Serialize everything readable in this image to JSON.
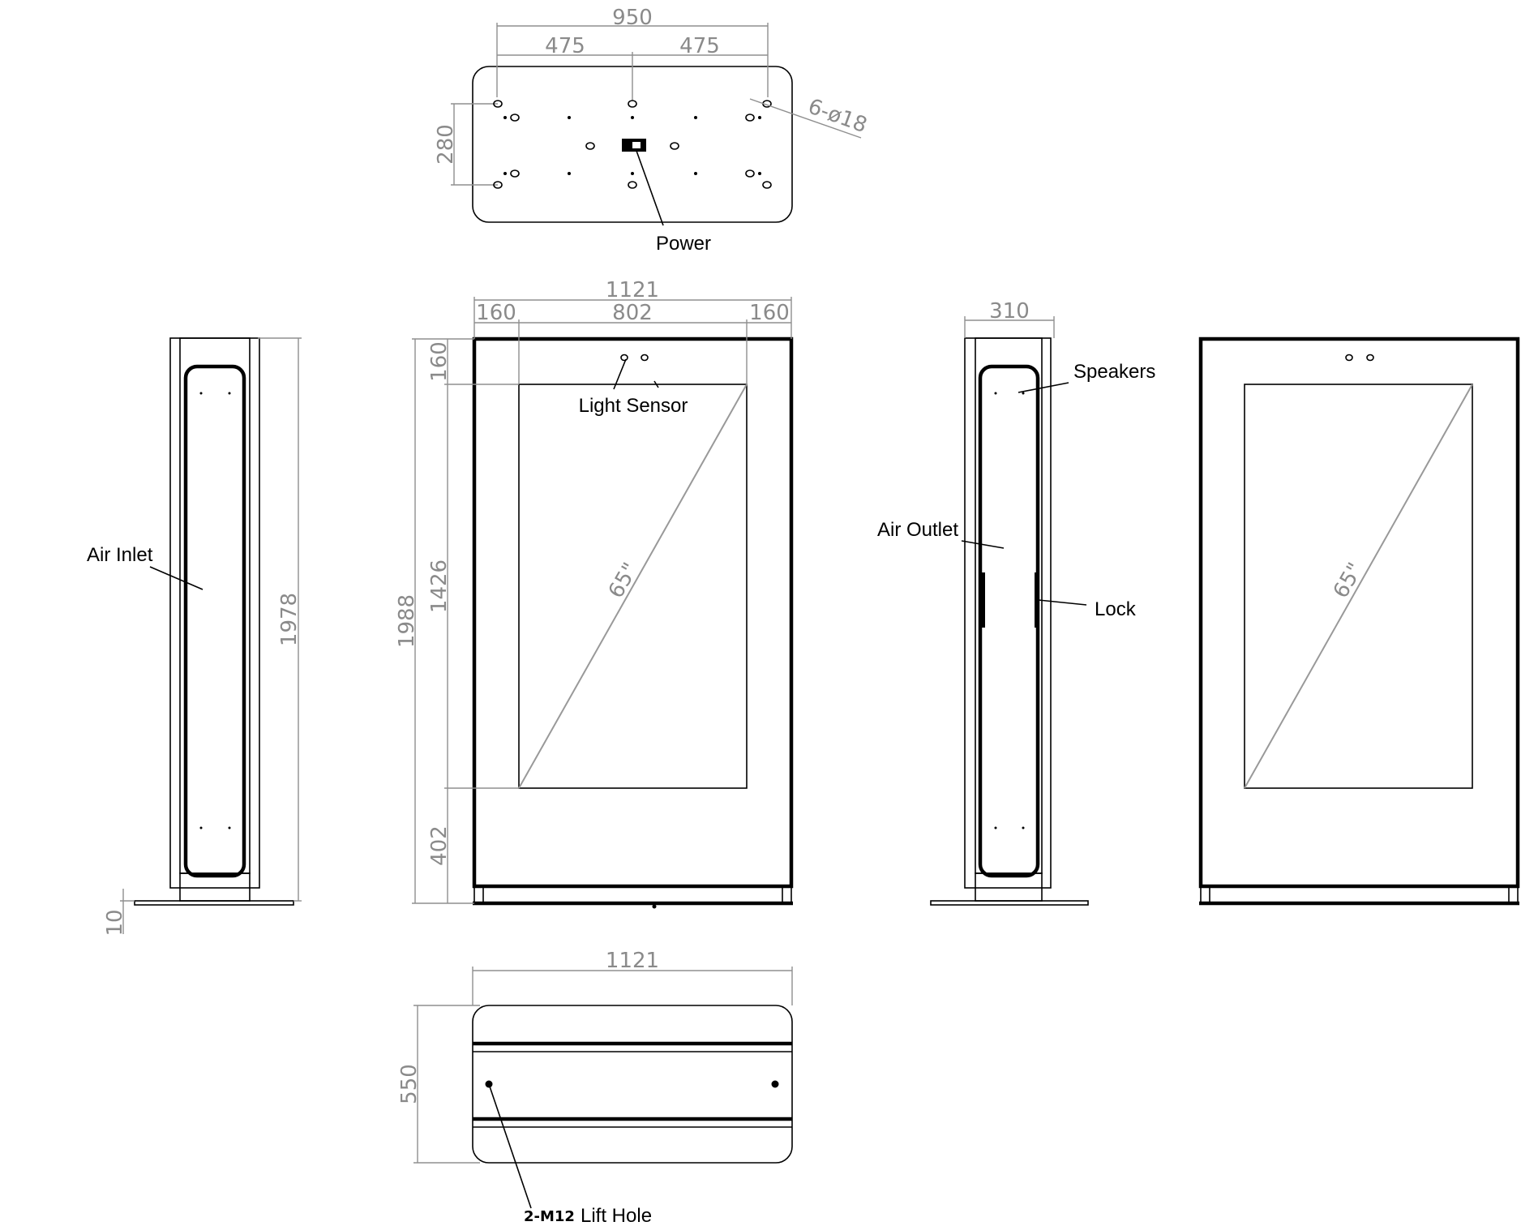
{
  "colors": {
    "line": "#000000",
    "dimension": "#8f8f8f",
    "background": "#ffffff"
  },
  "top_view": {
    "dims": {
      "overall": "950",
      "half_left": "475",
      "half_right": "475",
      "depth": "280",
      "holes": "6-ø18"
    },
    "label_power": "Power"
  },
  "side_left": {
    "label_air_inlet": "Air Inlet",
    "dims": {
      "height": "1978",
      "base": "10"
    }
  },
  "front_view": {
    "dims": {
      "width": "1121",
      "left": "160",
      "center": "802",
      "right": "160",
      "top": "160",
      "screen": "1426",
      "bottom": "402",
      "height": "1988"
    },
    "label_light_sensor": "Light Sensor",
    "screen_size": "65\""
  },
  "side_right": {
    "dims": {
      "depth": "310"
    },
    "label_speakers": "Speakers",
    "label_air_outlet": "Air Outlet",
    "label_lock": "Lock"
  },
  "back_view": {
    "screen_size": "65\""
  },
  "bottom_view": {
    "dims": {
      "width": "1121",
      "depth": "550"
    },
    "label_bolt": "2-M12",
    "label_lift_hole": "Lift Hole"
  }
}
